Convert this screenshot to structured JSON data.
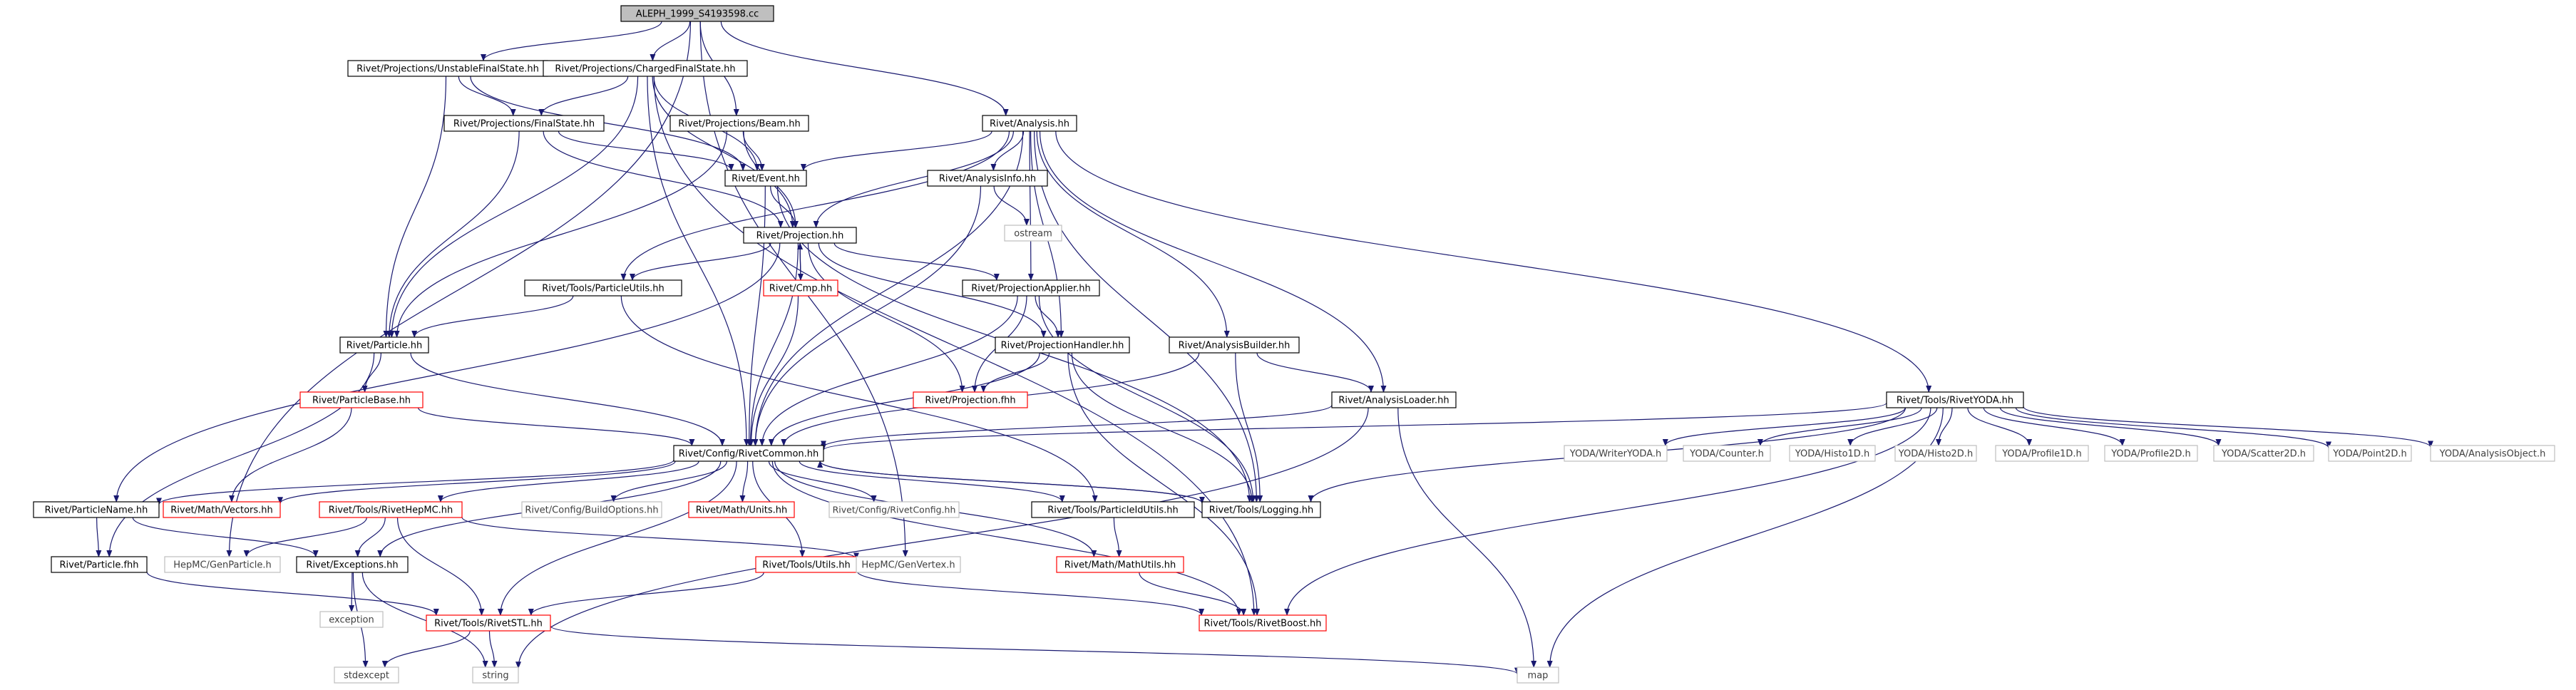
{
  "colors": {
    "edge": "#191970",
    "edge_alt": "#2a2a8c",
    "node_border_normal": "#000000",
    "node_border_incomplete": "#ff0000",
    "node_border_external": "#bfbfbf",
    "node_fill_root": "#bfbfbf",
    "node_fill": "#ffffff",
    "text_normal": "#000000",
    "text_external": "#404040"
  },
  "nodes": [
    {
      "id": "root",
      "label": "ALEPH_1999_S4193598.cc",
      "kind": "root"
    },
    {
      "id": "ufs",
      "label": "Rivet/Projections/UnstableFinalState.hh",
      "kind": "normal"
    },
    {
      "id": "cfs",
      "label": "Rivet/Projections/ChargedFinalState.hh",
      "kind": "normal"
    },
    {
      "id": "fs",
      "label": "Rivet/Projections/FinalState.hh",
      "kind": "normal"
    },
    {
      "id": "beam",
      "label": "Rivet/Projections/Beam.hh",
      "kind": "normal"
    },
    {
      "id": "analysis",
      "label": "Rivet/Analysis.hh",
      "kind": "normal"
    },
    {
      "id": "event",
      "label": "Rivet/Event.hh",
      "kind": "normal"
    },
    {
      "id": "ainfo",
      "label": "Rivet/AnalysisInfo.hh",
      "kind": "normal"
    },
    {
      "id": "ostream",
      "label": "ostream",
      "kind": "external"
    },
    {
      "id": "projection",
      "label": "Rivet/Projection.hh",
      "kind": "normal"
    },
    {
      "id": "putils",
      "label": "Rivet/Tools/ParticleUtils.hh",
      "kind": "normal"
    },
    {
      "id": "cmp",
      "label": "Rivet/Cmp.hh",
      "kind": "incomplete"
    },
    {
      "id": "papplier",
      "label": "Rivet/ProjectionApplier.hh",
      "kind": "normal"
    },
    {
      "id": "particle",
      "label": "Rivet/Particle.hh",
      "kind": "normal"
    },
    {
      "id": "phandler",
      "label": "Rivet/ProjectionHandler.hh",
      "kind": "normal"
    },
    {
      "id": "abuilder",
      "label": "Rivet/AnalysisBuilder.hh",
      "kind": "normal"
    },
    {
      "id": "pbase",
      "label": "Rivet/ParticleBase.hh",
      "kind": "incomplete"
    },
    {
      "id": "projfhh",
      "label": "Rivet/Projection.fhh",
      "kind": "incomplete"
    },
    {
      "id": "aloader",
      "label": "Rivet/AnalysisLoader.hh",
      "kind": "normal"
    },
    {
      "id": "yoda",
      "label": "Rivet/Tools/RivetYODA.hh",
      "kind": "normal"
    },
    {
      "id": "common",
      "label": "Rivet/Config/RivetCommon.hh",
      "kind": "normal"
    },
    {
      "id": "ywriter",
      "label": "YODA/WriterYODA.h",
      "kind": "external"
    },
    {
      "id": "ycounter",
      "label": "YODA/Counter.h",
      "kind": "external"
    },
    {
      "id": "yh1",
      "label": "YODA/Histo1D.h",
      "kind": "external"
    },
    {
      "id": "yh2",
      "label": "YODA/Histo2D.h",
      "kind": "external"
    },
    {
      "id": "yp1",
      "label": "YODA/Profile1D.h",
      "kind": "external"
    },
    {
      "id": "yp2",
      "label": "YODA/Profile2D.h",
      "kind": "external"
    },
    {
      "id": "ys2",
      "label": "YODA/Scatter2D.h",
      "kind": "external"
    },
    {
      "id": "ypt2",
      "label": "YODA/Point2D.h",
      "kind": "external"
    },
    {
      "id": "yao",
      "label": "YODA/AnalysisObject.h",
      "kind": "external"
    },
    {
      "id": "pname",
      "label": "Rivet/ParticleName.hh",
      "kind": "normal"
    },
    {
      "id": "vectors",
      "label": "Rivet/Math/Vectors.hh",
      "kind": "incomplete"
    },
    {
      "id": "hepmc",
      "label": "Rivet/Tools/RivetHepMC.hh",
      "kind": "incomplete"
    },
    {
      "id": "buildopt",
      "label": "Rivet/Config/BuildOptions.hh",
      "kind": "external"
    },
    {
      "id": "units",
      "label": "Rivet/Math/Units.hh",
      "kind": "incomplete"
    },
    {
      "id": "rconfig",
      "label": "Rivet/Config/RivetConfig.hh",
      "kind": "external"
    },
    {
      "id": "pidutils",
      "label": "Rivet/Tools/ParticleIdUtils.hh",
      "kind": "normal"
    },
    {
      "id": "logging",
      "label": "Rivet/Tools/Logging.hh",
      "kind": "normal"
    },
    {
      "id": "particlefhh",
      "label": "Rivet/Particle.fhh",
      "kind": "normal"
    },
    {
      "id": "genparticle",
      "label": "HepMC/GenParticle.h",
      "kind": "external"
    },
    {
      "id": "exceptions",
      "label": "Rivet/Exceptions.hh",
      "kind": "normal"
    },
    {
      "id": "tutils",
      "label": "Rivet/Tools/Utils.hh",
      "kind": "incomplete"
    },
    {
      "id": "genvertex",
      "label": "HepMC/GenVertex.h",
      "kind": "external"
    },
    {
      "id": "mathutils",
      "label": "Rivet/Math/MathUtils.hh",
      "kind": "incomplete"
    },
    {
      "id": "exception",
      "label": "exception",
      "kind": "external"
    },
    {
      "id": "stl",
      "label": "Rivet/Tools/RivetSTL.hh",
      "kind": "incomplete"
    },
    {
      "id": "boost",
      "label": "Rivet/Tools/RivetBoost.hh",
      "kind": "incomplete"
    },
    {
      "id": "stdexcept",
      "label": "stdexcept",
      "kind": "external"
    },
    {
      "id": "string",
      "label": "string",
      "kind": "external"
    },
    {
      "id": "map",
      "label": "map",
      "kind": "external"
    }
  ],
  "edges": [
    [
      "root",
      "ufs"
    ],
    [
      "root",
      "cfs"
    ],
    [
      "root",
      "beam"
    ],
    [
      "root",
      "analysis"
    ],
    [
      "root",
      "genvertex"
    ],
    [
      "root",
      "genparticle"
    ],
    [
      "ufs",
      "fs"
    ],
    [
      "ufs",
      "particle"
    ],
    [
      "ufs",
      "event"
    ],
    [
      "cfs",
      "fs"
    ],
    [
      "cfs",
      "particle"
    ],
    [
      "cfs",
      "event"
    ],
    [
      "cfs",
      "projection"
    ],
    [
      "cfs",
      "common"
    ],
    [
      "cfs",
      "boost"
    ],
    [
      "fs",
      "event"
    ],
    [
      "fs",
      "projection"
    ],
    [
      "fs",
      "particle"
    ],
    [
      "beam",
      "event"
    ],
    [
      "beam",
      "projection"
    ],
    [
      "beam",
      "particle"
    ],
    [
      "analysis",
      "event"
    ],
    [
      "analysis",
      "projection"
    ],
    [
      "analysis",
      "ainfo"
    ],
    [
      "analysis",
      "papplier"
    ],
    [
      "analysis",
      "phandler"
    ],
    [
      "analysis",
      "abuilder"
    ],
    [
      "analysis",
      "aloader"
    ],
    [
      "analysis",
      "yoda"
    ],
    [
      "analysis",
      "putils"
    ],
    [
      "analysis",
      "logging"
    ],
    [
      "analysis",
      "common"
    ],
    [
      "event",
      "projection"
    ],
    [
      "event",
      "common"
    ],
    [
      "event",
      "logging"
    ],
    [
      "ainfo",
      "ostream"
    ],
    [
      "ainfo",
      "common"
    ],
    [
      "projection",
      "putils"
    ],
    [
      "projection",
      "cmp"
    ],
    [
      "projection",
      "papplier"
    ],
    [
      "projection",
      "phandler"
    ],
    [
      "projection",
      "projfhh"
    ],
    [
      "projection",
      "pname"
    ],
    [
      "projection",
      "common"
    ],
    [
      "putils",
      "particle"
    ],
    [
      "putils",
      "pidutils"
    ],
    [
      "cmp",
      "projection"
    ],
    [
      "cmp",
      "common"
    ],
    [
      "papplier",
      "phandler"
    ],
    [
      "papplier",
      "projfhh"
    ],
    [
      "papplier",
      "common"
    ],
    [
      "papplier",
      "logging"
    ],
    [
      "particle",
      "pbase"
    ],
    [
      "particle",
      "common"
    ],
    [
      "particle",
      "particlefhh"
    ],
    [
      "phandler",
      "projfhh"
    ],
    [
      "phandler",
      "common"
    ],
    [
      "phandler",
      "logging"
    ],
    [
      "phandler",
      "boost"
    ],
    [
      "abuilder",
      "aloader"
    ],
    [
      "abuilder",
      "logging"
    ],
    [
      "abuilder",
      "common"
    ],
    [
      "pbase",
      "common"
    ],
    [
      "pbase",
      "vectors"
    ],
    [
      "aloader",
      "common"
    ],
    [
      "aloader",
      "string"
    ],
    [
      "aloader",
      "map"
    ],
    [
      "yoda",
      "common"
    ],
    [
      "yoda",
      "ywriter"
    ],
    [
      "yoda",
      "ycounter"
    ],
    [
      "yoda",
      "yh1"
    ],
    [
      "yoda",
      "yh2"
    ],
    [
      "yoda",
      "yp1"
    ],
    [
      "yoda",
      "yp2"
    ],
    [
      "yoda",
      "ys2"
    ],
    [
      "yoda",
      "ypt2"
    ],
    [
      "yoda",
      "yao"
    ],
    [
      "yoda",
      "boost"
    ],
    [
      "yoda",
      "logging"
    ],
    [
      "yoda",
      "map"
    ],
    [
      "common",
      "pname"
    ],
    [
      "common",
      "vectors"
    ],
    [
      "common",
      "hepmc"
    ],
    [
      "common",
      "buildopt"
    ],
    [
      "common",
      "units"
    ],
    [
      "common",
      "rconfig"
    ],
    [
      "common",
      "pidutils"
    ],
    [
      "common",
      "logging"
    ],
    [
      "common",
      "exceptions"
    ],
    [
      "common",
      "tutils"
    ],
    [
      "common",
      "mathutils"
    ],
    [
      "common",
      "stl"
    ],
    [
      "common",
      "boost"
    ],
    [
      "logging",
      "common"
    ],
    [
      "pname",
      "particlefhh"
    ],
    [
      "pname",
      "exceptions"
    ],
    [
      "hepmc",
      "genparticle"
    ],
    [
      "hepmc",
      "exceptions"
    ],
    [
      "hepmc",
      "stl"
    ],
    [
      "hepmc",
      "genvertex"
    ],
    [
      "pidutils",
      "mathutils"
    ],
    [
      "particlefhh",
      "stl"
    ],
    [
      "exceptions",
      "exception"
    ],
    [
      "exceptions",
      "stdexcept"
    ],
    [
      "exceptions",
      "string"
    ],
    [
      "tutils",
      "stl"
    ],
    [
      "tutils",
      "boost"
    ],
    [
      "mathutils",
      "boost"
    ],
    [
      "stl",
      "stdexcept"
    ],
    [
      "stl",
      "string"
    ],
    [
      "stl",
      "map"
    ]
  ]
}
